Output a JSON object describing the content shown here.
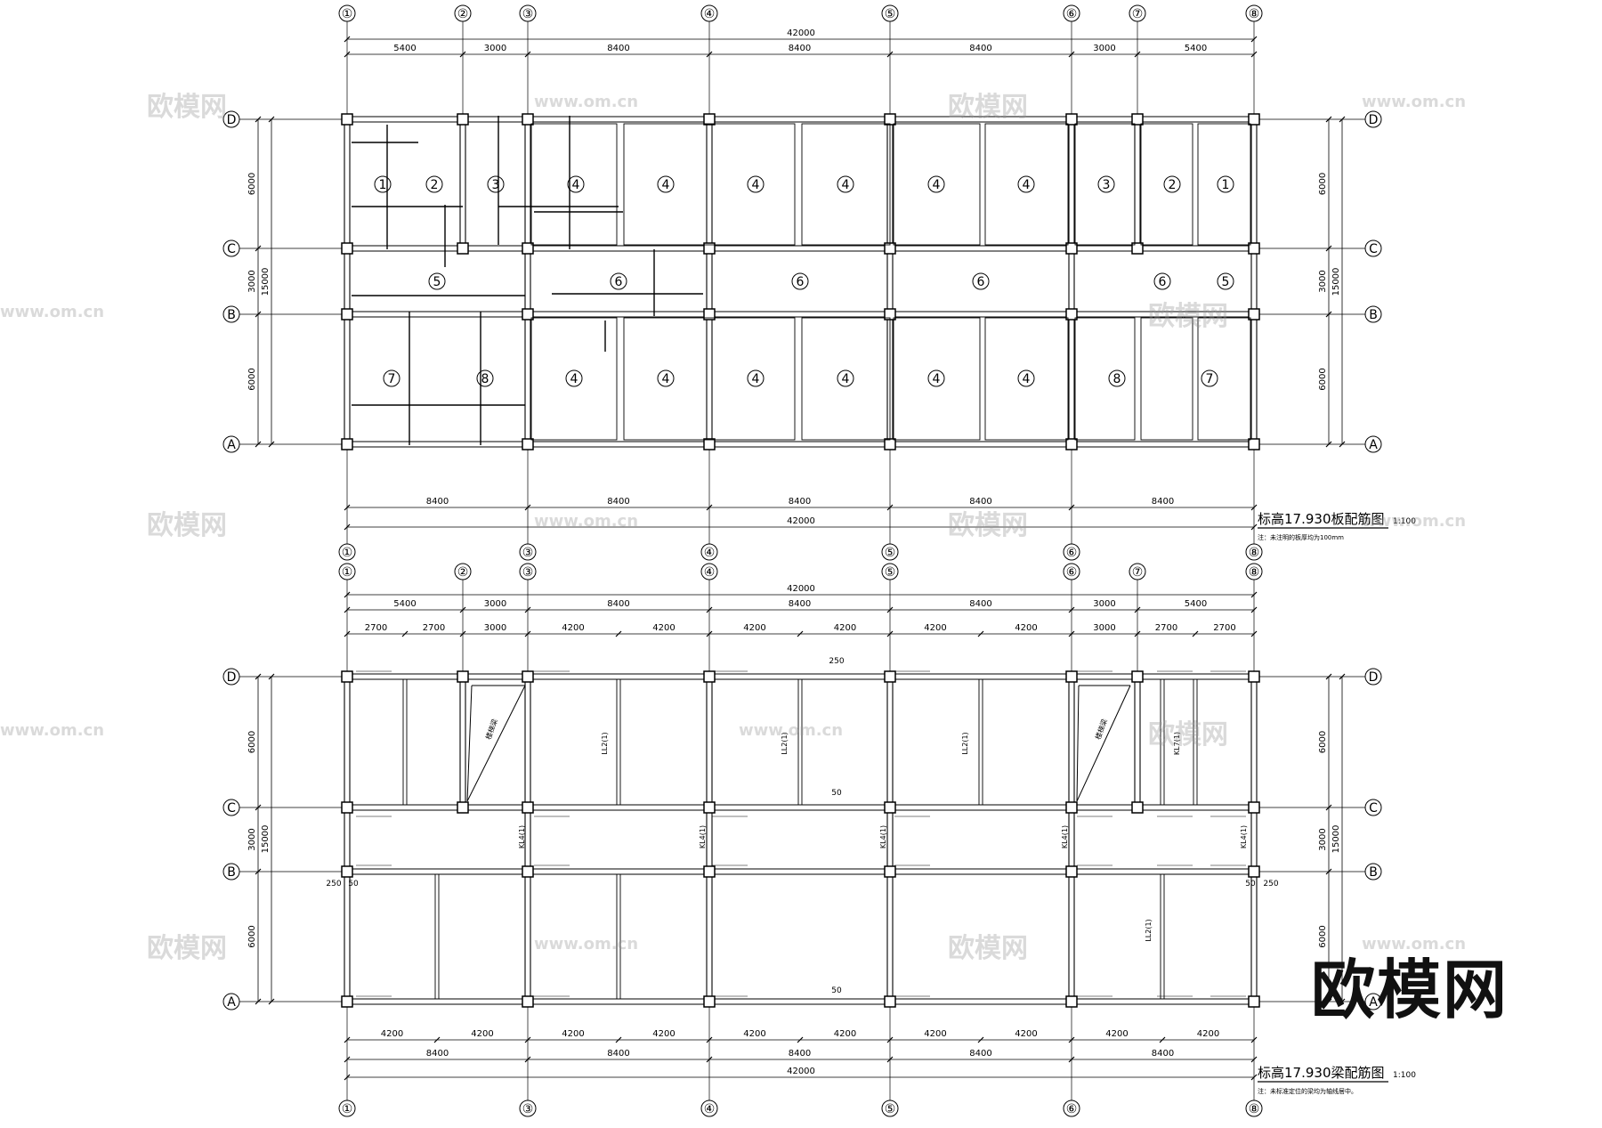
{
  "grid": {
    "columns": [
      "①",
      "②",
      "③",
      "④",
      "⑤",
      "⑥",
      "⑦",
      "⑧"
    ],
    "rows": [
      "D",
      "C",
      "B",
      "A"
    ]
  },
  "plan_top": {
    "title": "标高17.930板配筋图",
    "scale": "1:100",
    "note": "注：未注明的板厚均为100mm",
    "top_dims": [
      "5400",
      "3000",
      "8400",
      "8400",
      "8400",
      "3000",
      "5400"
    ],
    "bottom_dims": [
      "8400",
      "8400",
      "8400",
      "8400",
      "8400"
    ],
    "total": "42000",
    "side_dims": [
      "6000",
      "3000",
      "6000"
    ],
    "side_total": "15000",
    "panel_numbers_row1": [
      "1",
      "2",
      "3",
      "4",
      "4",
      "4",
      "4",
      "4",
      "4",
      "3",
      "2",
      "1"
    ],
    "panel_numbers_row2": [
      "5",
      "6",
      "6",
      "6",
      "6",
      "5"
    ],
    "panel_numbers_row3": [
      "7",
      "8",
      "4",
      "4",
      "4",
      "4",
      "4",
      "4",
      "8",
      "7"
    ]
  },
  "plan_bottom": {
    "title": "标高17.930梁配筋图",
    "scale": "1:100",
    "note": "注：未标准定位的梁均为轴线居中。",
    "top_dims": [
      "5400",
      "3000",
      "8400",
      "8400",
      "8400",
      "3000",
      "5400"
    ],
    "half_dims": [
      "2700",
      "2700",
      "3000",
      "4200",
      "4200",
      "4200",
      "4200",
      "4200",
      "4200",
      "3000",
      "2700",
      "2700"
    ],
    "bottom_half_dims": [
      "4200",
      "4200",
      "4200",
      "4200",
      "4200",
      "4200",
      "4200",
      "4200",
      "4200",
      "4200"
    ],
    "bottom_dims": [
      "8400",
      "8400",
      "8400",
      "8400",
      "8400"
    ],
    "total": "42000",
    "side_dims": [
      "6000",
      "3000",
      "6000"
    ],
    "side_total": "15000",
    "beam_labels": [
      "LL2(1)",
      "LL2(1)",
      "LL2(1)",
      "LL2(1)",
      "KL4(1)",
      "KL4(1)",
      "KL4(1)",
      "KL4(1)",
      "KL4(1)",
      "KL7(1)"
    ],
    "offsets": [
      "250",
      "50",
      "250",
      "50",
      "50",
      "250",
      "50"
    ],
    "stair_label": "楼梯梁"
  },
  "watermark": {
    "brand": "欧模网",
    "url": "www.om.cn"
  }
}
